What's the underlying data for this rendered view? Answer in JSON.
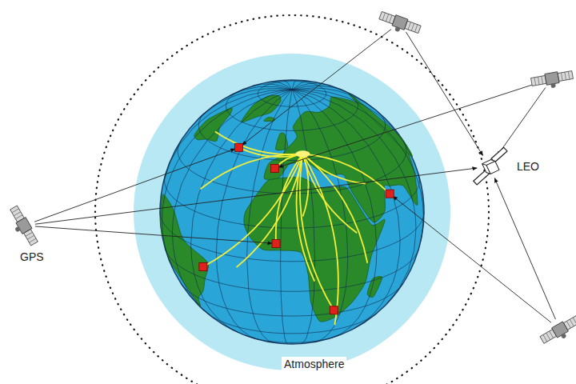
{
  "diagram": {
    "labels": [
      "GPS",
      "LEO",
      "Atmosphere"
    ]
  }
}
